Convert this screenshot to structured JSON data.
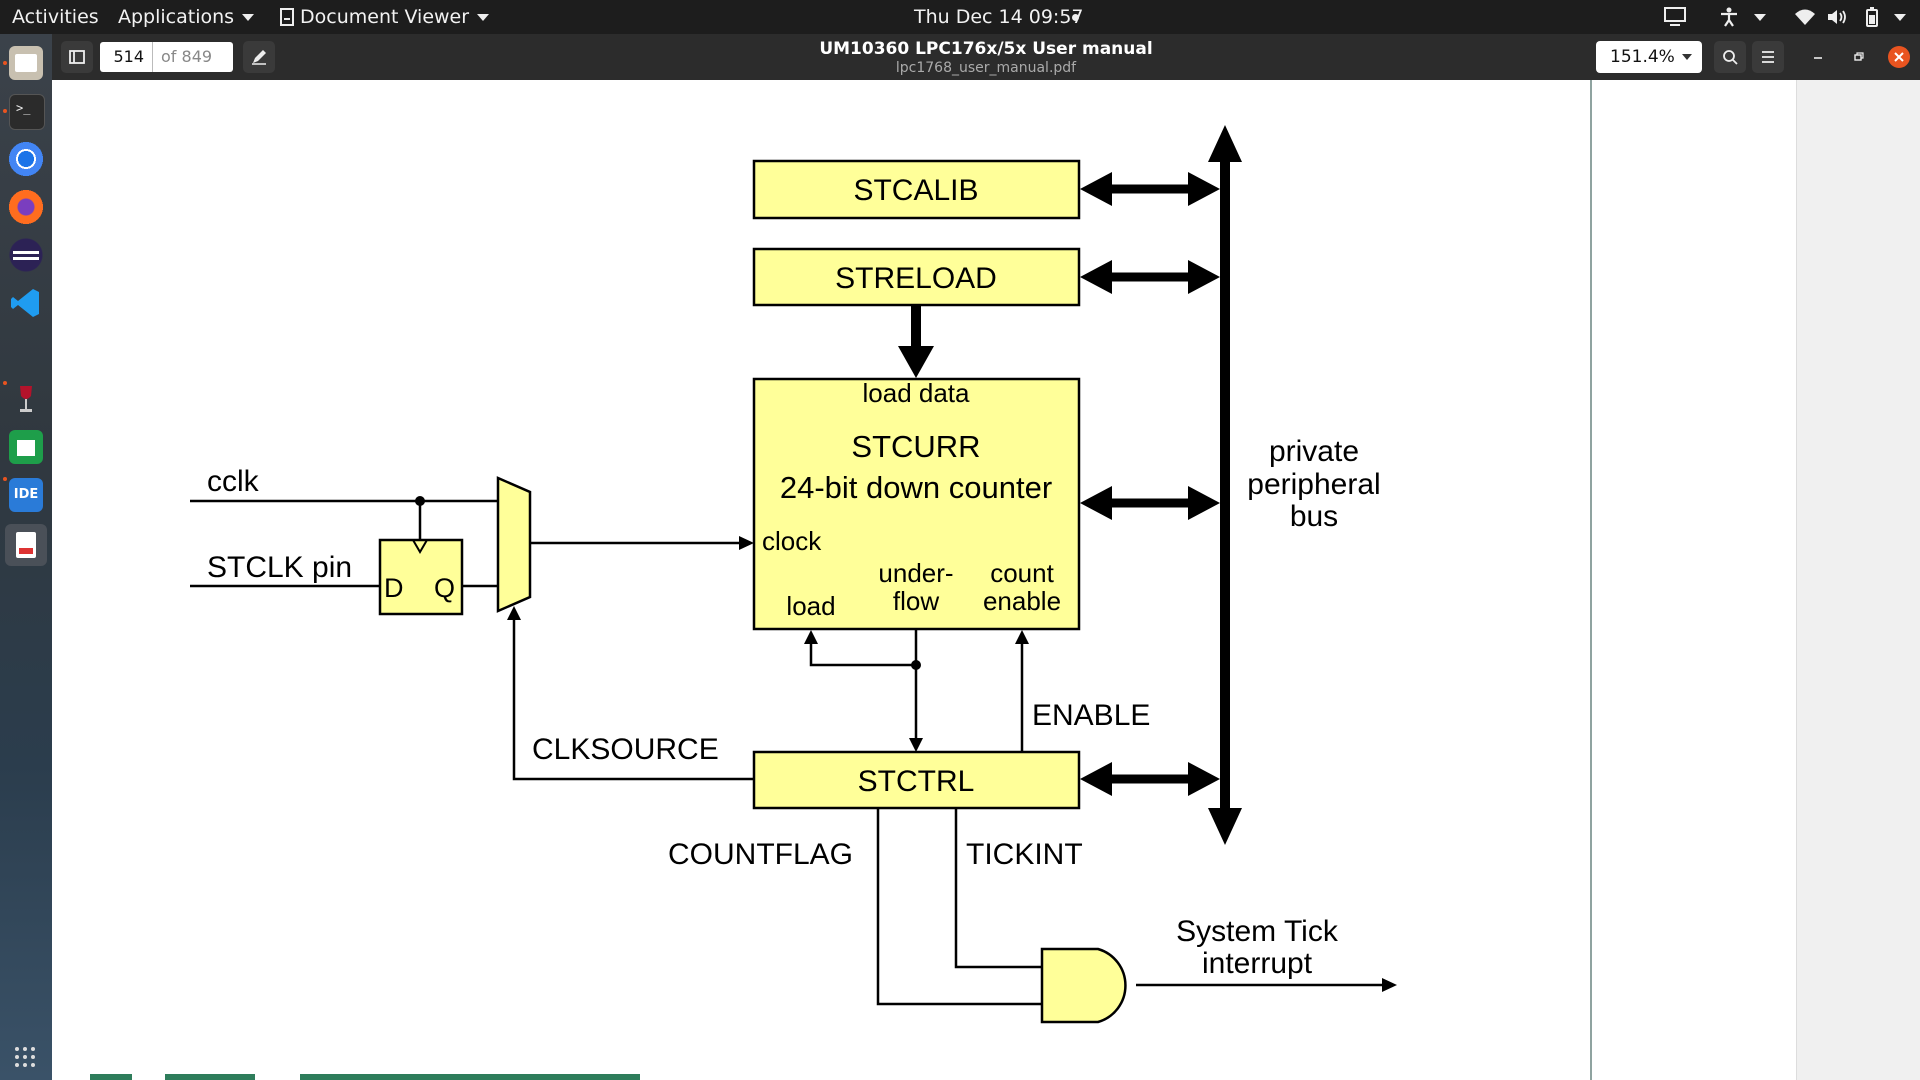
{
  "topbar": {
    "activities": "Activities",
    "applications": "Applications",
    "app_name": "Document Viewer",
    "clock": "Thu Dec 14  09:57"
  },
  "dock": {
    "icons": [
      "files-icon",
      "terminal-icon",
      "chromium-icon",
      "firefox-icon",
      "eclipse-icon",
      "vscode-icon",
      "wine-icon",
      "spreadsheet-icon",
      "ide-icon",
      "document-viewer-icon",
      "app-grid-icon"
    ],
    "ide_label": "IDE"
  },
  "header": {
    "page_number": "514",
    "page_of": "of 849",
    "title": "UM10360 LPC176x/5x User manual",
    "subtitle": "lpc1768_user_manual.pdf",
    "zoom": "151.4%"
  },
  "diagram": {
    "stcalib": "STCALIB",
    "streload": "STRELOAD",
    "load_data": "load data",
    "stcurr": "STCURR",
    "counter_desc": "24-bit down counter",
    "clock": "clock",
    "load": "load",
    "under": "under-",
    "flow": "flow",
    "count": "count",
    "enable_lower": "enable",
    "cclk": "cclk",
    "stclk_pin": "STCLK pin",
    "d": "D",
    "q": "Q",
    "clksource": "CLKSOURCE",
    "enable": "ENABLE",
    "stctrl": "STCTRL",
    "countflag": "COUNTFLAG",
    "tickint": "TICKINT",
    "private": "private",
    "peripheral": "peripheral",
    "bus": "bus",
    "system_tick": "System Tick",
    "interrupt": "interrupt"
  },
  "colors": {
    "block_fill": "#ffff99",
    "heading_green": "#2e7d5b",
    "close_button": "#e95420"
  }
}
